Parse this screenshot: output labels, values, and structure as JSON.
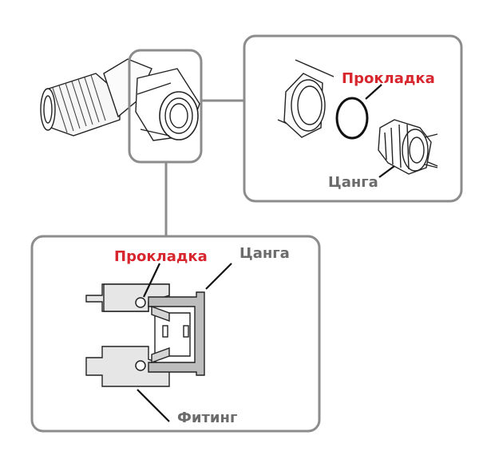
{
  "colors": {
    "accent_red": "#d7262e",
    "label_gray": "#6b6b6b",
    "frame_gray": "#8c8c8c",
    "line_dark": "#222222",
    "part_fill": "#e6e6e6"
  },
  "labels": {
    "top_gasket": "Прокладка",
    "top_collet": "Цанга",
    "bottom_gasket": "Прокладка",
    "bottom_collet": "Цанга",
    "bottom_fitting": "Фитинг"
  }
}
